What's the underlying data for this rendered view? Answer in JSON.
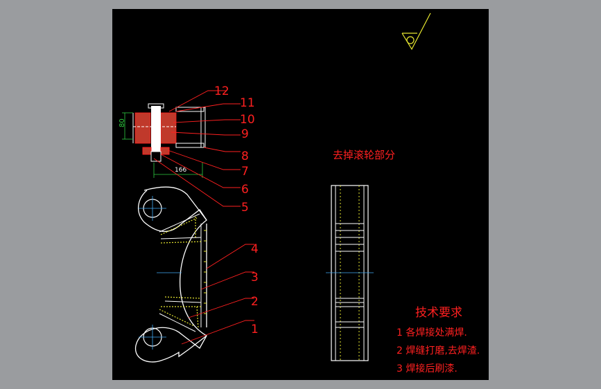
{
  "colors": {
    "background": "#9a9c9f",
    "viewport": "#000000",
    "outline": "#ffffff",
    "leader": "#ff2020",
    "weld": "#e8e830",
    "dimension": "#2ecc40",
    "centerline": "#3fa9f5",
    "note": "#ff2020"
  },
  "surface_symbol": {
    "icon": "surface-roughness-removed-material-icon"
  },
  "detail_view": {
    "part_numbers": [
      "12",
      "11",
      "10",
      "9",
      "8",
      "7",
      "6",
      "5"
    ],
    "dim_height": "80",
    "dim_width": "166"
  },
  "main_view": {
    "part_numbers": [
      "4",
      "3",
      "2",
      "1"
    ]
  },
  "side_view": {
    "annotation": "去掉滚轮部分"
  },
  "tech_requirements": {
    "title": "技术要求",
    "items": [
      "1 各焊接处满焊.",
      "2 焊缝打磨,去焊渣.",
      "3 焊接后刷漆."
    ]
  }
}
